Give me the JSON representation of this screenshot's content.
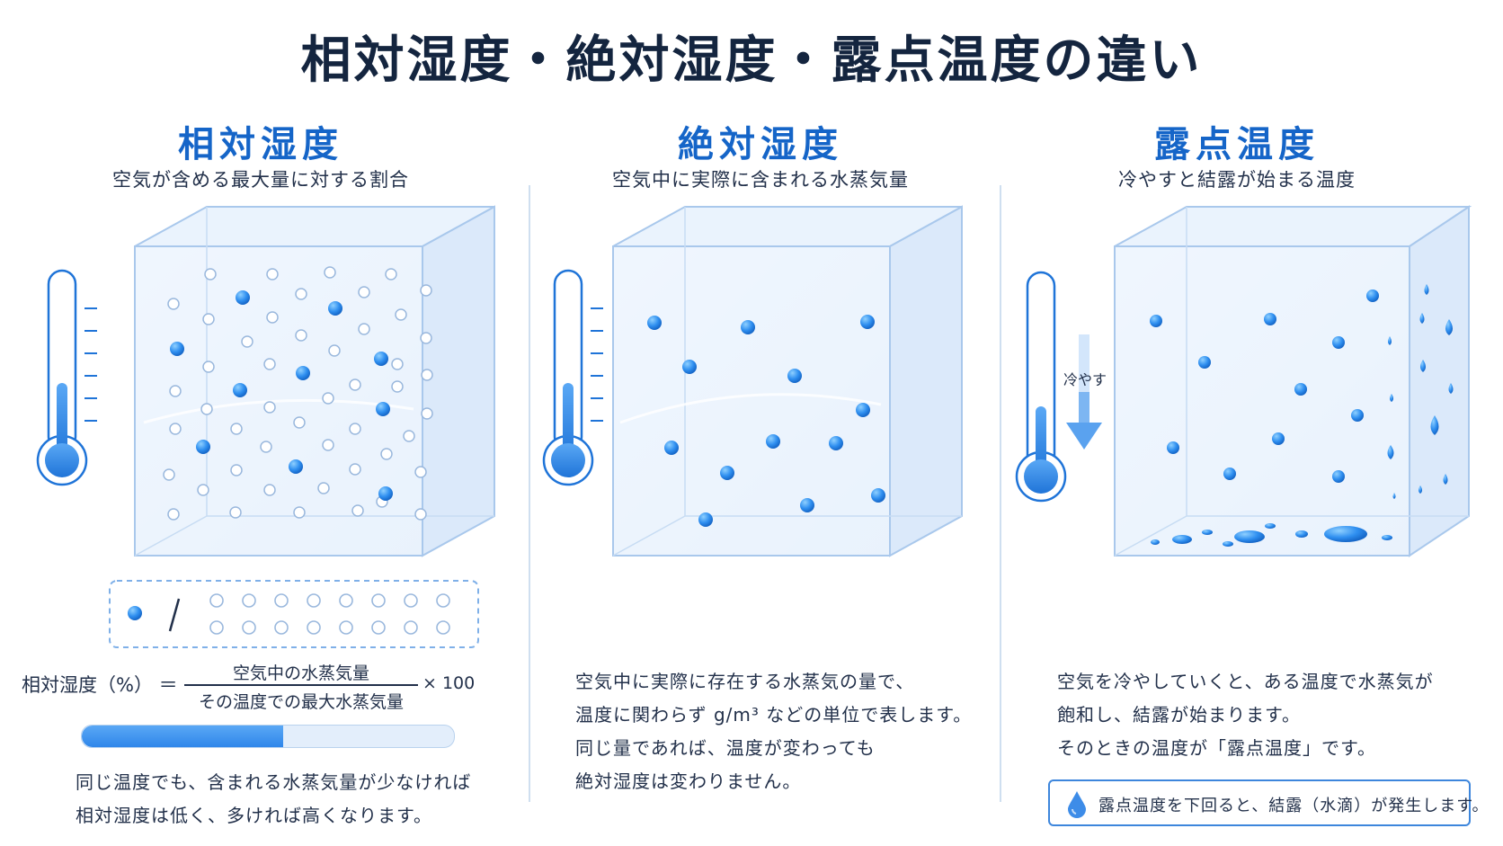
{
  "title": "相対湿度・絶対湿度・露点温度の違い",
  "panels": [
    {
      "title": "相対湿度",
      "subtitle": "空気が含める最大量に対する割合",
      "formula": {
        "label": "相対湿度（%） ＝",
        "numerator": "空気中の水蒸気量",
        "denominator": "その温度での最大水蒸気量",
        "multiplier": "× 100"
      },
      "humidity_fraction": 0.54,
      "description": [
        "同じ温度でも、含まれる水蒸気量が少なければ",
        "相対湿度は低く、多ければ高くなります。"
      ]
    },
    {
      "title": "絶対湿度",
      "subtitle": "空気中に実際に含まれる水蒸気量",
      "description": [
        "空気中に実際に存在する水蒸気の量で、",
        "温度に関わらず g/m³ などの単位で表します。",
        "同じ量であれば、温度が変わっても",
        "絶対湿度は変わりません。"
      ]
    },
    {
      "title": "露点温度",
      "subtitle": "冷やすと結露が始まる温度",
      "cool_label": "冷やす",
      "description": [
        "空気を冷やしていくと、ある温度で水蒸気が",
        "飽和し、結露が始まります。",
        "そのときの温度が「露点温度」です。"
      ],
      "note": "露点温度を下回ると、結露（水滴）が発生します。"
    }
  ],
  "icons": [
    "thermometer-icon",
    "down-arrow-icon",
    "water-drop-icon"
  ],
  "colors": {
    "accent": "#1565c8",
    "water": "#2f86ea",
    "box_edge": "#a9c8ec"
  }
}
